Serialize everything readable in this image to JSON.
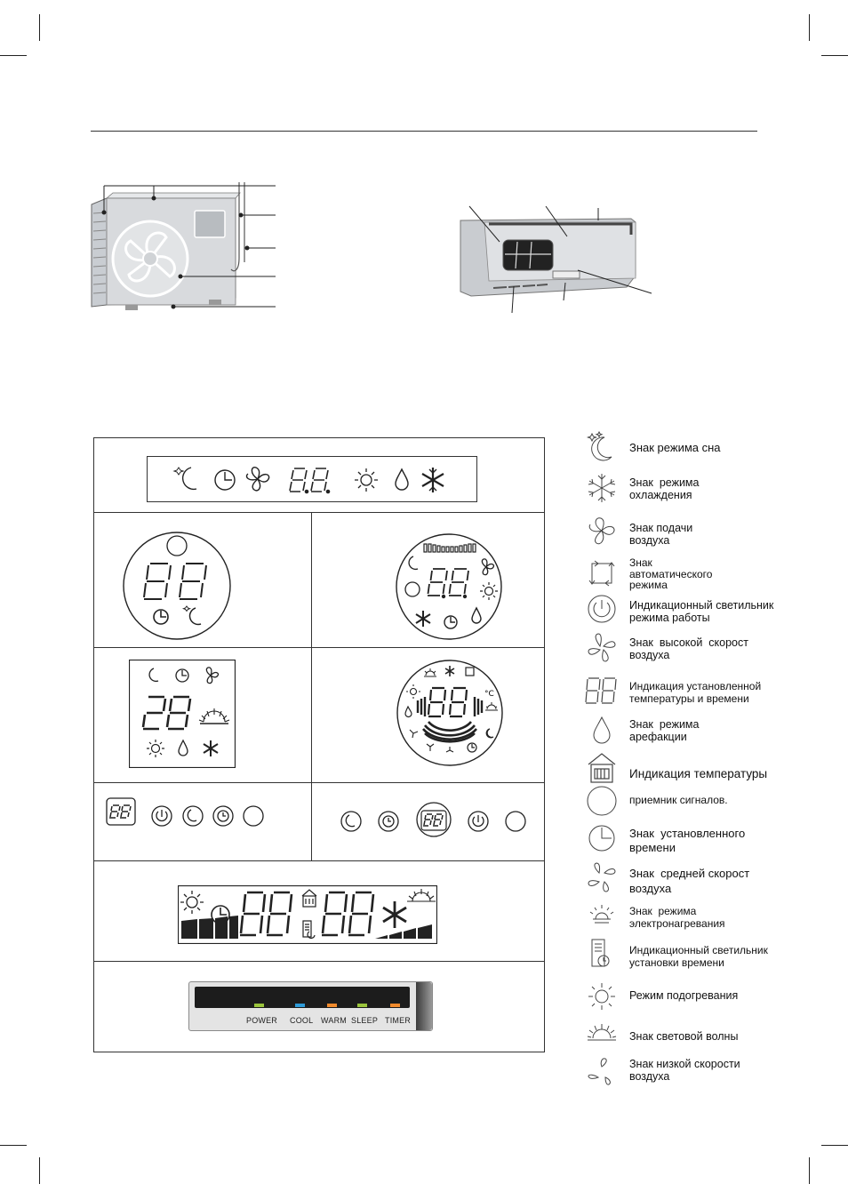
{
  "led_panel": {
    "labels": [
      "POWER",
      "COOL",
      "WARM",
      "SLEEP",
      "TIMER"
    ],
    "colors": [
      "#9ac43c",
      "#2e9bd8",
      "#f08a2c",
      "#9ac43c",
      "#f08a2c"
    ]
  },
  "display_values": {
    "round_left": "88",
    "round_right": "88",
    "square_left": "28",
    "round_temp": "88",
    "small_box": "88",
    "round_center": "88",
    "long_left": "88",
    "long_right": "88",
    "celsius": "°C"
  },
  "legend": [
    {
      "icon": "sleep-icon",
      "text": "Знак режима сна"
    },
    {
      "icon": "cool-icon",
      "text": "Знак  режима\nохлаждения"
    },
    {
      "icon": "fan-icon",
      "text": "Знак подачи\nвоздуха"
    },
    {
      "icon": "auto-icon",
      "text": "Знак\nавтоматического\nрежима"
    },
    {
      "icon": "power-icon",
      "text": "Индикационный светильник\nрежима работы"
    },
    {
      "icon": "fan-high-icon",
      "text": "Знак  высокой  скорост\nвоздуха"
    },
    {
      "icon": "digits-icon",
      "text": "Индикация установленной\nтемпературы и времени"
    },
    {
      "icon": "dry-icon",
      "text": "Знак  режима\nарефакции"
    },
    {
      "icon": "temperature-icon",
      "text": "Индикация температуры"
    },
    {
      "icon": "receiver-icon",
      "text": "приемник сигналов."
    },
    {
      "icon": "clock-icon",
      "text": "Знак  установленного\nвремени"
    },
    {
      "icon": "fan-mid-icon",
      "text": "Знак  средней скорост\nвоздуха"
    },
    {
      "icon": "electric-heat-icon",
      "text": "Знак  режима\nэлектронагревания"
    },
    {
      "icon": "timer-lamp-icon",
      "text": "Индикационный светильник\nустановки времени"
    },
    {
      "icon": "heat-icon",
      "text": "Режим подогревания"
    },
    {
      "icon": "light-wave-icon",
      "text": "Знак световой волны"
    },
    {
      "icon": "fan-low-icon",
      "text": "Знак низкой скорости\nвоздуха"
    }
  ]
}
